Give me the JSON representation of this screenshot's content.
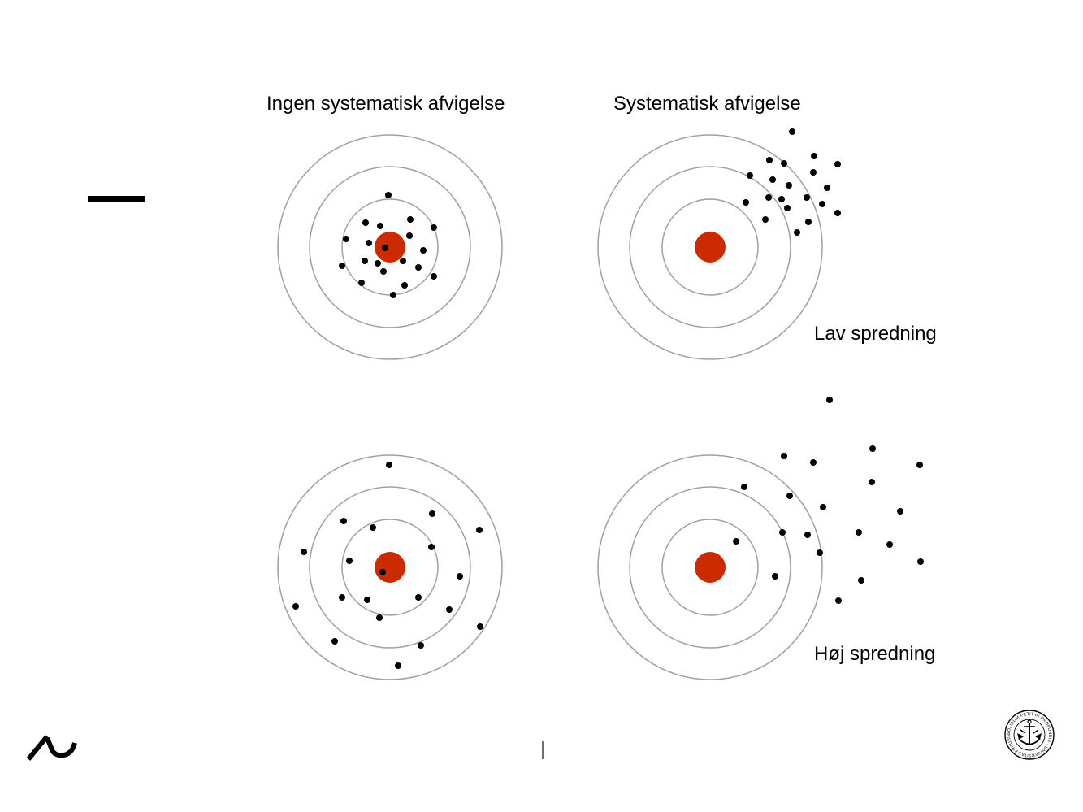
{
  "headers": {
    "no_bias": "Ingen systematisk afvigelse",
    "bias": "Systematisk afvigelse"
  },
  "rows": {
    "low_spread": "Lav spredning",
    "high_spread": "Høj spredning"
  },
  "colors": {
    "bullseye": "#cc2a00",
    "ring": "#a0a0a0",
    "dot": "#000000"
  },
  "seal_text": "SOLIDUM PETIT IN PROFUNDIS · UNIVERSITAS ARHUSIENSIS"
}
